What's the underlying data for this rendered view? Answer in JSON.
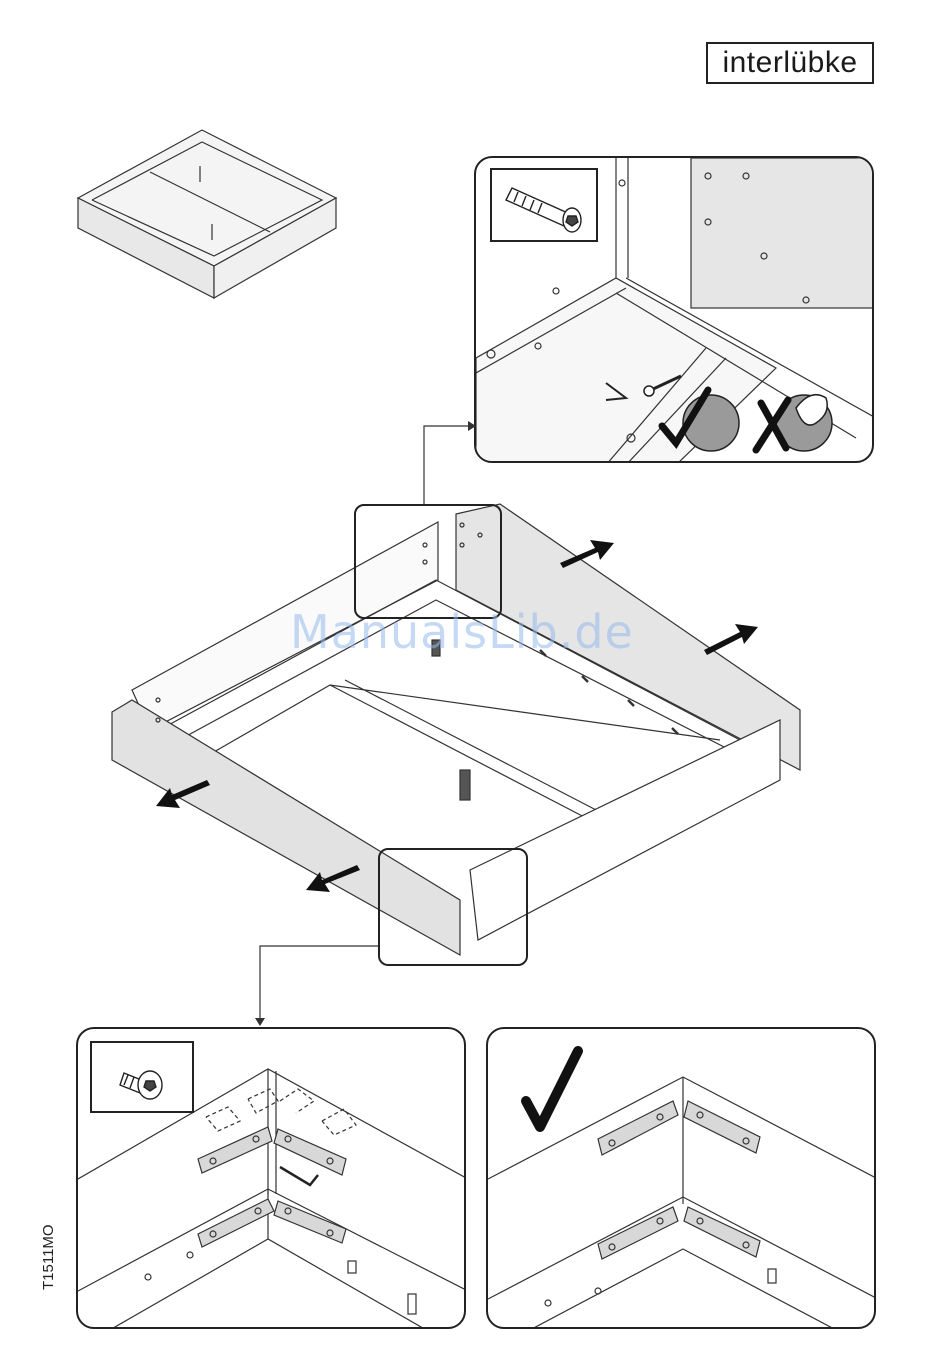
{
  "header": {
    "brand": "interlübke"
  },
  "watermark": "ManualsLib.de",
  "footer": {
    "doc_code": "T1511MO"
  },
  "icons": {
    "screw_long": "long-hex-screw-icon",
    "screw_short": "short-hex-screw-icon",
    "allowed": "checkmark-icon",
    "forbidden": "cross-icon",
    "hex_key": "allen-key-icon",
    "power_tool": "power-drill-icon",
    "force": "strong-arm-icon"
  }
}
